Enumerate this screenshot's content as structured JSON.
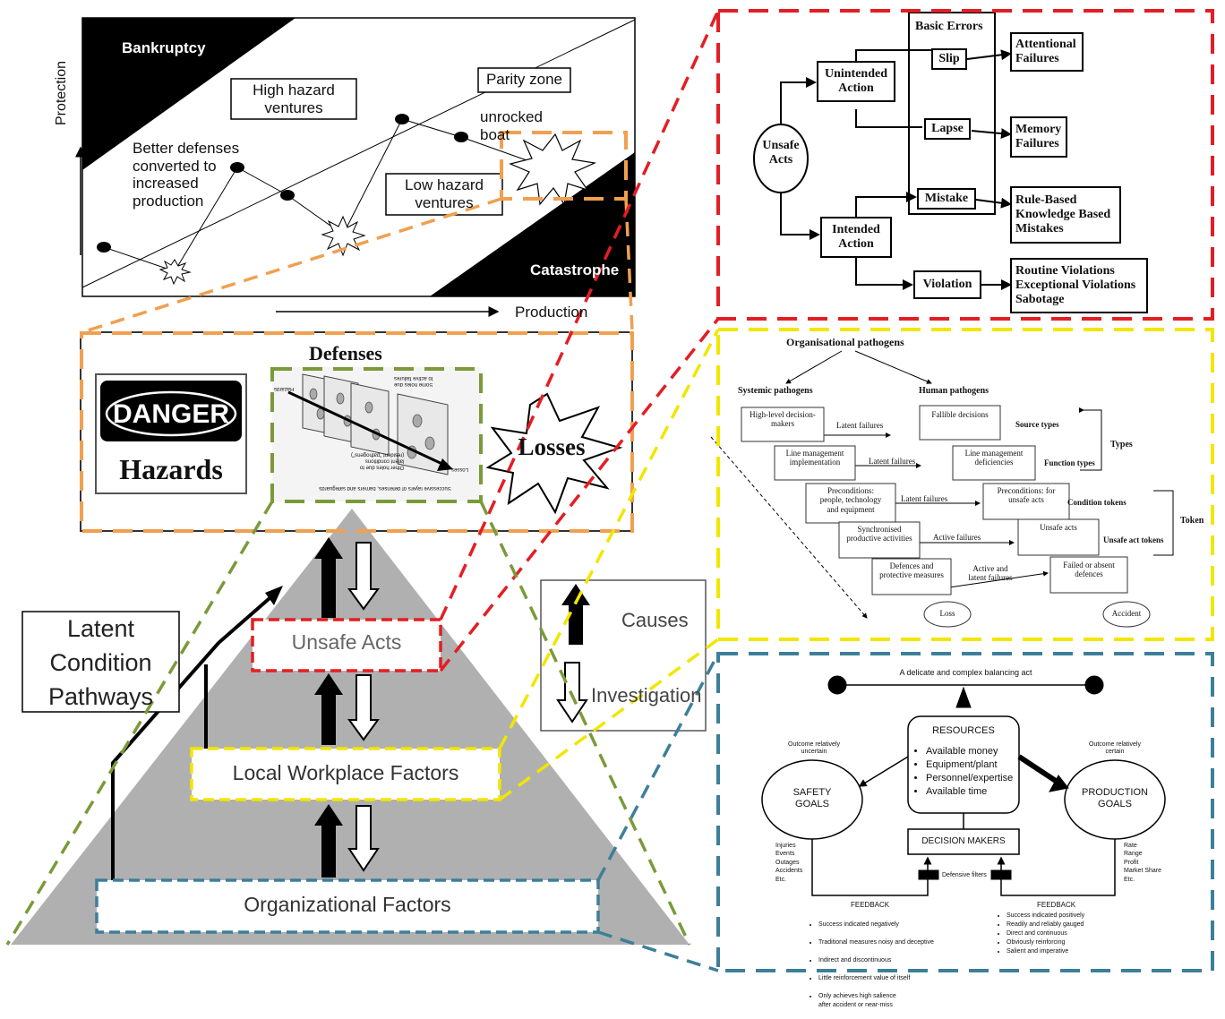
{
  "hazard_chart": {
    "y_axis_label": "Protection",
    "x_axis_label": "Production",
    "bankruptcy": "Bankruptcy",
    "catastrophe": "Catastrophe",
    "high_hazard": "High hazard\nventures",
    "parity_zone": "Parity zone",
    "unrocked_boat": "unrocked\nboat",
    "better_defenses": "Better defenses\nconverted to\nincreased\nproduction",
    "low_hazard": "Low hazard\nventures"
  },
  "defenses_panel": {
    "title": "Defenses",
    "danger_sign": "DANGER",
    "hazards": "Hazards",
    "losses": "Losses",
    "cheese_caption": "Successive layers of defenses, barriers and safeguards",
    "cheese_hazards": "Hazards",
    "cheese_losses": "Losses",
    "cheese_active": "Some holes due\nto active failures",
    "cheese_latent": "Other holes due to\nlatent conditions\n(resident \"pathogens\")"
  },
  "pyramid": {
    "unsafe_acts": "Unsafe Acts",
    "local_workplace": "Local Workplace Factors",
    "organizational": "Organizational Factors",
    "latent_pathways": "Latent\nCondition\nPathways"
  },
  "legend": {
    "causes": "Causes",
    "investigation": "Investigation"
  },
  "unsafe_acts_panel": {
    "unsafe_acts": "Unsafe\nActs",
    "unintended": "Unintended\nAction",
    "intended": "Intended\nAction",
    "basic_errors": "Basic Errors",
    "slip": "Slip",
    "lapse": "Lapse",
    "mistake": "Mistake",
    "violation": "Violation",
    "attentional": "Attentional\nFailures",
    "memory": "Memory\nFailures",
    "rule_based": "Rule-Based\nKnowledge Based\nMistakes",
    "violations": "Routine Violations\nExceptional Violations\nSabotage"
  },
  "pathogens_panel": {
    "title": "Organisational pathogens",
    "systemic": "Systemic pathogens",
    "human": "Human pathogens",
    "left_boxes": [
      "High-level decision-\nmakers",
      "Line management\nimplementation",
      "Preconditions:\npeople, technology\nand equipment",
      "Synchronised\nproductive activities",
      "Defences and\nprotective measures"
    ],
    "right_boxes": [
      "Fallible decisions",
      "Line management\ndeficiencies",
      "Preconditions: for\nunsafe acts",
      "Unsafe acts",
      "Failed or absent\ndefences"
    ],
    "links": [
      "Latent failures",
      "Latent failures",
      "Latent failures",
      "Active failures",
      "Active and\nlatent failures"
    ],
    "loss": "Loss",
    "accident": "Accident",
    "source_types": "Source types",
    "function_types": "Function types",
    "types": "Types",
    "condition_tokens": "Condition tokens",
    "unsafe_act_tokens": "Unsafe act tokens",
    "tokens": "Token"
  },
  "balancing_panel": {
    "title": "A delicate and complex balancing act",
    "resources": "RESOURCES",
    "resource_items": [
      "Available money",
      "Equipment/plant",
      "Personnel/expertise",
      "Available time"
    ],
    "safety_goals": "SAFETY\nGOALS",
    "production_goals": "PRODUCTION\nGOALS",
    "outcome_uncertain": "Outcome relatively\nuncertain",
    "outcome_certain": "Outcome relatively\ncertain",
    "decision_makers": "DECISION MAKERS",
    "defensive_filters": "Defensive filters",
    "safety_list": "Injuries\nEvents\nOutages\nAccidents\nEtc.",
    "production_list": "Rate\nRange\nProfit\nMarket Share\nEtc.",
    "feedback": "FEEDBACK",
    "feedback_left": [
      "Success indicated negatively",
      "Traditional measures noisy and deceptive",
      "Indirect and discontinuous",
      "Little reinforcement value of itself",
      "Only achieves high salience\n after accident or near-miss"
    ],
    "feedback_right": [
      "Success indicated positively",
      "Readily and reliably gauged",
      "Direct and continuous",
      "Obviously reinforcing",
      "Salient and imperative"
    ]
  },
  "colors": {
    "red": "#e31e24",
    "yellow": "#f2e600",
    "orange": "#f0a050",
    "olive": "#7a9a3a",
    "teal": "#3d7f99",
    "pyramid_gray": "#b0b0b0"
  }
}
